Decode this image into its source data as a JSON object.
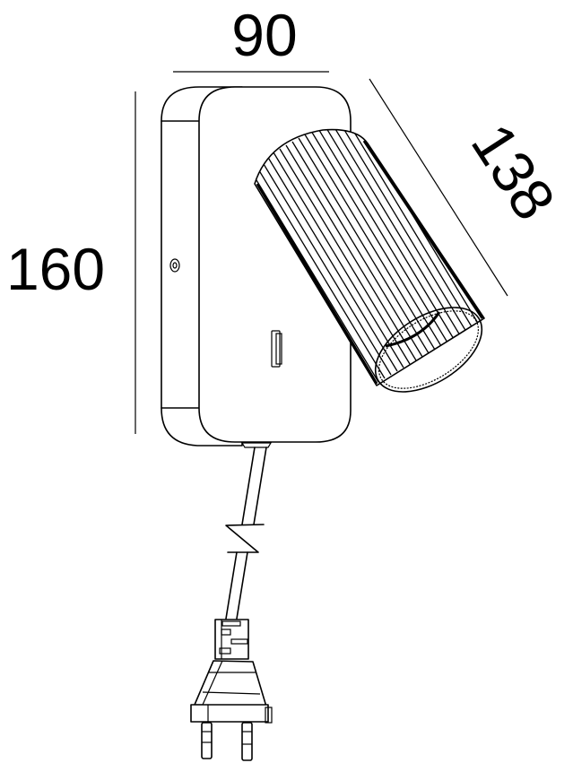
{
  "drawing": {
    "subject": "Wall spotlight with plug",
    "units": "mm",
    "colors": {
      "line": "#000000",
      "background": "#ffffff"
    }
  },
  "dimensions": {
    "width": {
      "label": "90"
    },
    "height": {
      "label": "160"
    },
    "projection": {
      "label": "138"
    }
  },
  "parts": {
    "backplate": "wall-backplate",
    "head": "ribbed-cylindrical-spot-head",
    "switch": "rocker-switch",
    "screw": "mounting-screw",
    "cable": "power-cable",
    "break": "cable-break-symbol",
    "plug": "euro-plug"
  }
}
